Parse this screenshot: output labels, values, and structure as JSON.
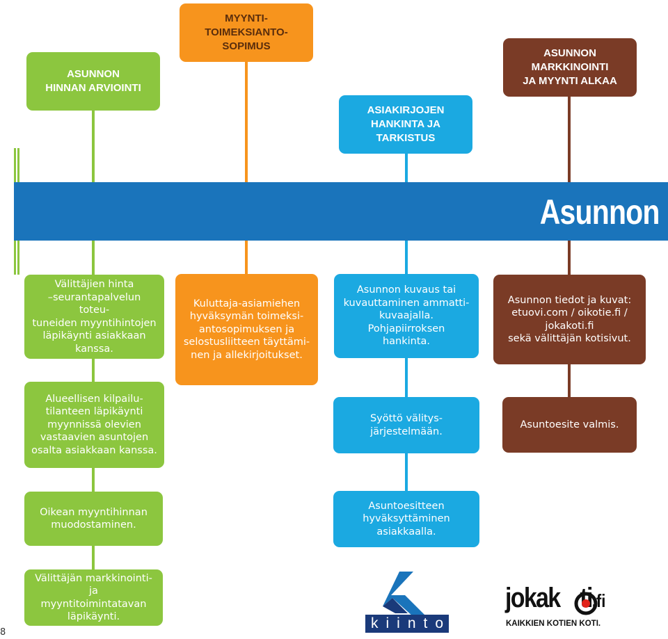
{
  "band": {
    "title": "Asunnon"
  },
  "headers": {
    "price": "ASUNNON\nHINNAN ARVIOINTI",
    "contract": "MYYNTI-\nTOIMEKSIANTO-\nSOPIMUS",
    "documents": "ASIAKIRJOJEN\nHANKINTA JA\nTARKISTUS",
    "marketing": "ASUNNON\nMARKKINOINTI\nJA MYYNTI ALKAA"
  },
  "green_steps": [
    "Välittäjien hinta\n–seurantapalvelun toteu-\ntuneiden myyntihintojen\nläpikäynti asiakkaan\nkanssa.",
    "Alueellisen kilpailu-\ntilanteen läpikäynti\nmyynnissä olevien\nvastaavien asuntojen\nosalta asiakkaan kanssa.",
    "Oikean myyntihinnan\nmuodostaminen.",
    "Välittäjän markkinointi- ja\nmyyntitoimintatavan\nläpikäynti."
  ],
  "orange_steps": [
    "Kuluttaja-asiamiehen\nhyväksymän toimeksi-\nantosopimuksen ja\nselostusliitteen täyttämi-\nnen ja allekirjoitukset."
  ],
  "blue_steps": [
    "Asunnon kuvaus tai\nkuvauttaminen ammatti-\nkuvaajalla. Pohjapiirroksen\nhankinta.",
    "Syöttö välitys-\njärjestelmään.",
    "Asuntoesitteen\nhyväksyttäminen\nasiakkaalla."
  ],
  "brown_steps": [
    "Asunnon tiedot ja kuvat:\netuovi.com / oikotie.fi /\njokakoti.fi\nsekä välittäjän kotisivut.",
    "Asuntoesite valmis."
  ],
  "page_number": "8",
  "logos": {
    "kiinto": "kiinto",
    "jokakoti_word": "jokak",
    "jokakoti_tail": "ti",
    "jokakoti_tld": ".fi",
    "jokakoti_slogan": "KAIKKIEN KOTIEN KOTI."
  },
  "colors": {
    "green": "#8cc63f",
    "orange": "#f7941d",
    "blue": "#1ba9e1",
    "brown": "#7a3b26",
    "band": "#1a74bb"
  }
}
